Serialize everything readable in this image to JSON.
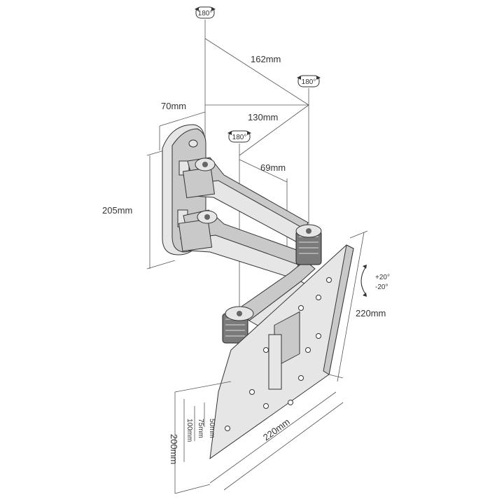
{
  "diagram": {
    "rotation_badges": [
      "180°",
      "180°",
      "180°"
    ],
    "dimensions": {
      "arm_length_long": "162mm",
      "arm_length_mid": "130mm",
      "wall_depth": "70mm",
      "arm_offset": "69mm",
      "wall_plate_height": "205mm",
      "plate_height": "220mm",
      "plate_width": "220mm",
      "hole_50": "50mm",
      "hole_75": "75mm",
      "hole_100": "100mm",
      "hole_200": "200mm"
    },
    "tilt": {
      "up": "+20°",
      "down": "-20°"
    }
  }
}
